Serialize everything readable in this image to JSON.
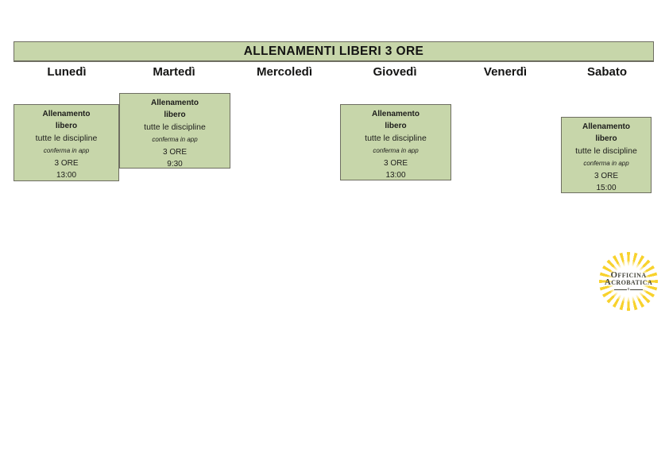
{
  "banner": {
    "title": "ALLENAMENTI LIBERI 3 ORE"
  },
  "days": [
    "Lunedì",
    "Martedì",
    "Mercoledì",
    "Giovedì",
    "Venerdì",
    "Sabato"
  ],
  "cards": [
    {
      "day": "Lunedì",
      "line1": "Allenamento",
      "line2": "libero",
      "line3": "tutte le discipline",
      "line4": "conferma in app",
      "line5": "3 ORE",
      "line6": "13:00"
    },
    {
      "day": "Martedì",
      "line1": "Allenamento",
      "line2": "libero",
      "line3": "tutte le discipline",
      "line4": "conferma in app",
      "line5": "3 ORE",
      "line6": "9:30"
    },
    {
      "day": "Giovedì",
      "line1": "Allenamento",
      "line2": "libero",
      "line3": "tutte le discipline",
      "line4": "conferma in app",
      "line5": "3 ORE",
      "line6": "13:00"
    },
    {
      "day": "Sabato",
      "line1": "Allenamento",
      "line2": "libero",
      "line3": "tutte le discipline",
      "line4": "conferma in app",
      "line5": "3 ORE",
      "line6": "15:00"
    }
  ],
  "logo": {
    "line1": "OFFICINA",
    "line2": "ACROBATICA"
  },
  "colors": {
    "card_green": "#c7d6aa",
    "border_gray": "#6e6e61",
    "text_dark": "#141413",
    "logo_yellow": "#f8d22d"
  }
}
